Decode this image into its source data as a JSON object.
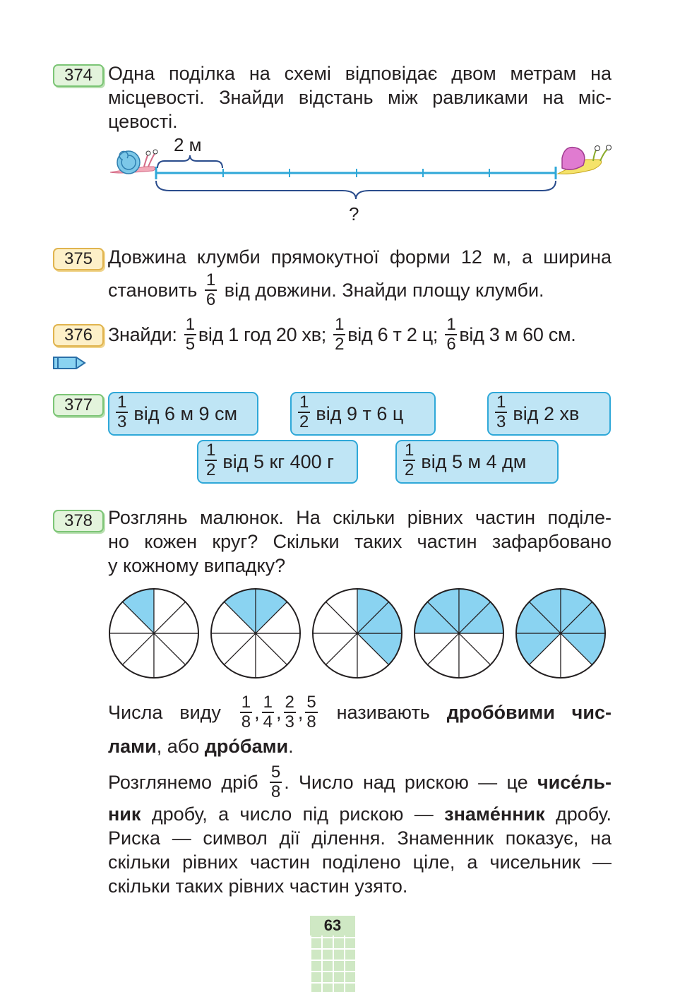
{
  "colors": {
    "accent_blue": "#2fa8d8",
    "box_fill": "#bfe5f5",
    "shade": "#8ad3f1",
    "num_green": "#7cc576",
    "num_yellow": "#e0b44f"
  },
  "task374": {
    "number": "374",
    "lines": [
      "Одна поділка на схемі відповідає двом метрам на",
      "місцевості. Знайди відстань між равликами на міс-",
      "цевості."
    ],
    "scale_label": "2 м",
    "question": "?"
  },
  "task375": {
    "number": "375",
    "line1": "Довжина клумби прямокутної форми 12 м, а ширина",
    "line2_pre": "становить",
    "frac_n": "1",
    "frac_d": "6",
    "line2_post": "від довжини. Знайди площу клумби."
  },
  "task376": {
    "number": "376",
    "pre": "Знайди:",
    "items": [
      {
        "n": "1",
        "d": "5",
        "text": "від 1 год 20 хв;"
      },
      {
        "n": "1",
        "d": "2",
        "text": "від 6 т 2 ц;"
      },
      {
        "n": "1",
        "d": "6",
        "text": "від 3 м 60 см."
      }
    ]
  },
  "task377": {
    "number": "377",
    "boxes": [
      {
        "n": "1",
        "d": "3",
        "text": "від 6 м 9 см"
      },
      {
        "n": "1",
        "d": "2",
        "text": "від 9 т 6 ц"
      },
      {
        "n": "1",
        "d": "3",
        "text": "від 2 хв"
      },
      {
        "n": "1",
        "d": "2",
        "text": "від 5 кг 400 г"
      },
      {
        "n": "1",
        "d": "2",
        "text": "від 5 м 4 дм"
      }
    ]
  },
  "task378": {
    "number": "378",
    "lines": [
      "Розглянь малюнок. На скільки рівних частин поділе-",
      "но кожен круг? Скільки таких частин зафарбовано",
      "у кожному випадку?"
    ],
    "circles": [
      {
        "parts": 8,
        "shaded": 1
      },
      {
        "parts": 8,
        "shaded": 2
      },
      {
        "parts": 8,
        "shaded": 3
      },
      {
        "parts": 8,
        "shaded": 4
      },
      {
        "parts": 8,
        "shaded": 6
      }
    ]
  },
  "theory": {
    "p1_pre": "Числа виду",
    "fracs": [
      {
        "n": "1",
        "d": "8"
      },
      {
        "n": "1",
        "d": "4"
      },
      {
        "n": "2",
        "d": "3"
      },
      {
        "n": "5",
        "d": "8"
      }
    ],
    "p1_mid": "називають",
    "p1_bold1": "дробо́вими чис-",
    "p1_bold1b": "лами",
    "p1_after": ", або",
    "p1_bold2": "дро́бами",
    "p1_end": ".",
    "p2_pre": "Розглянемо дріб",
    "p2_frac_n": "5",
    "p2_frac_d": "8",
    "p2_mid": ". Число над рискою — це",
    "p2_bold1": "чисе́ль-",
    "p2_bold1b": "ник",
    "p2_mid2": "дробу, а число під рискою —",
    "p2_bold2": "знаме́нник",
    "p2_end": "дробу.",
    "p2_lines": [
      "Риска — символ дії ділення. Знаменник показує, на",
      "скільки рівних частин поділено ціле, а чисельник —",
      "скільки таких рівних частин узято."
    ]
  },
  "page_number": "63"
}
